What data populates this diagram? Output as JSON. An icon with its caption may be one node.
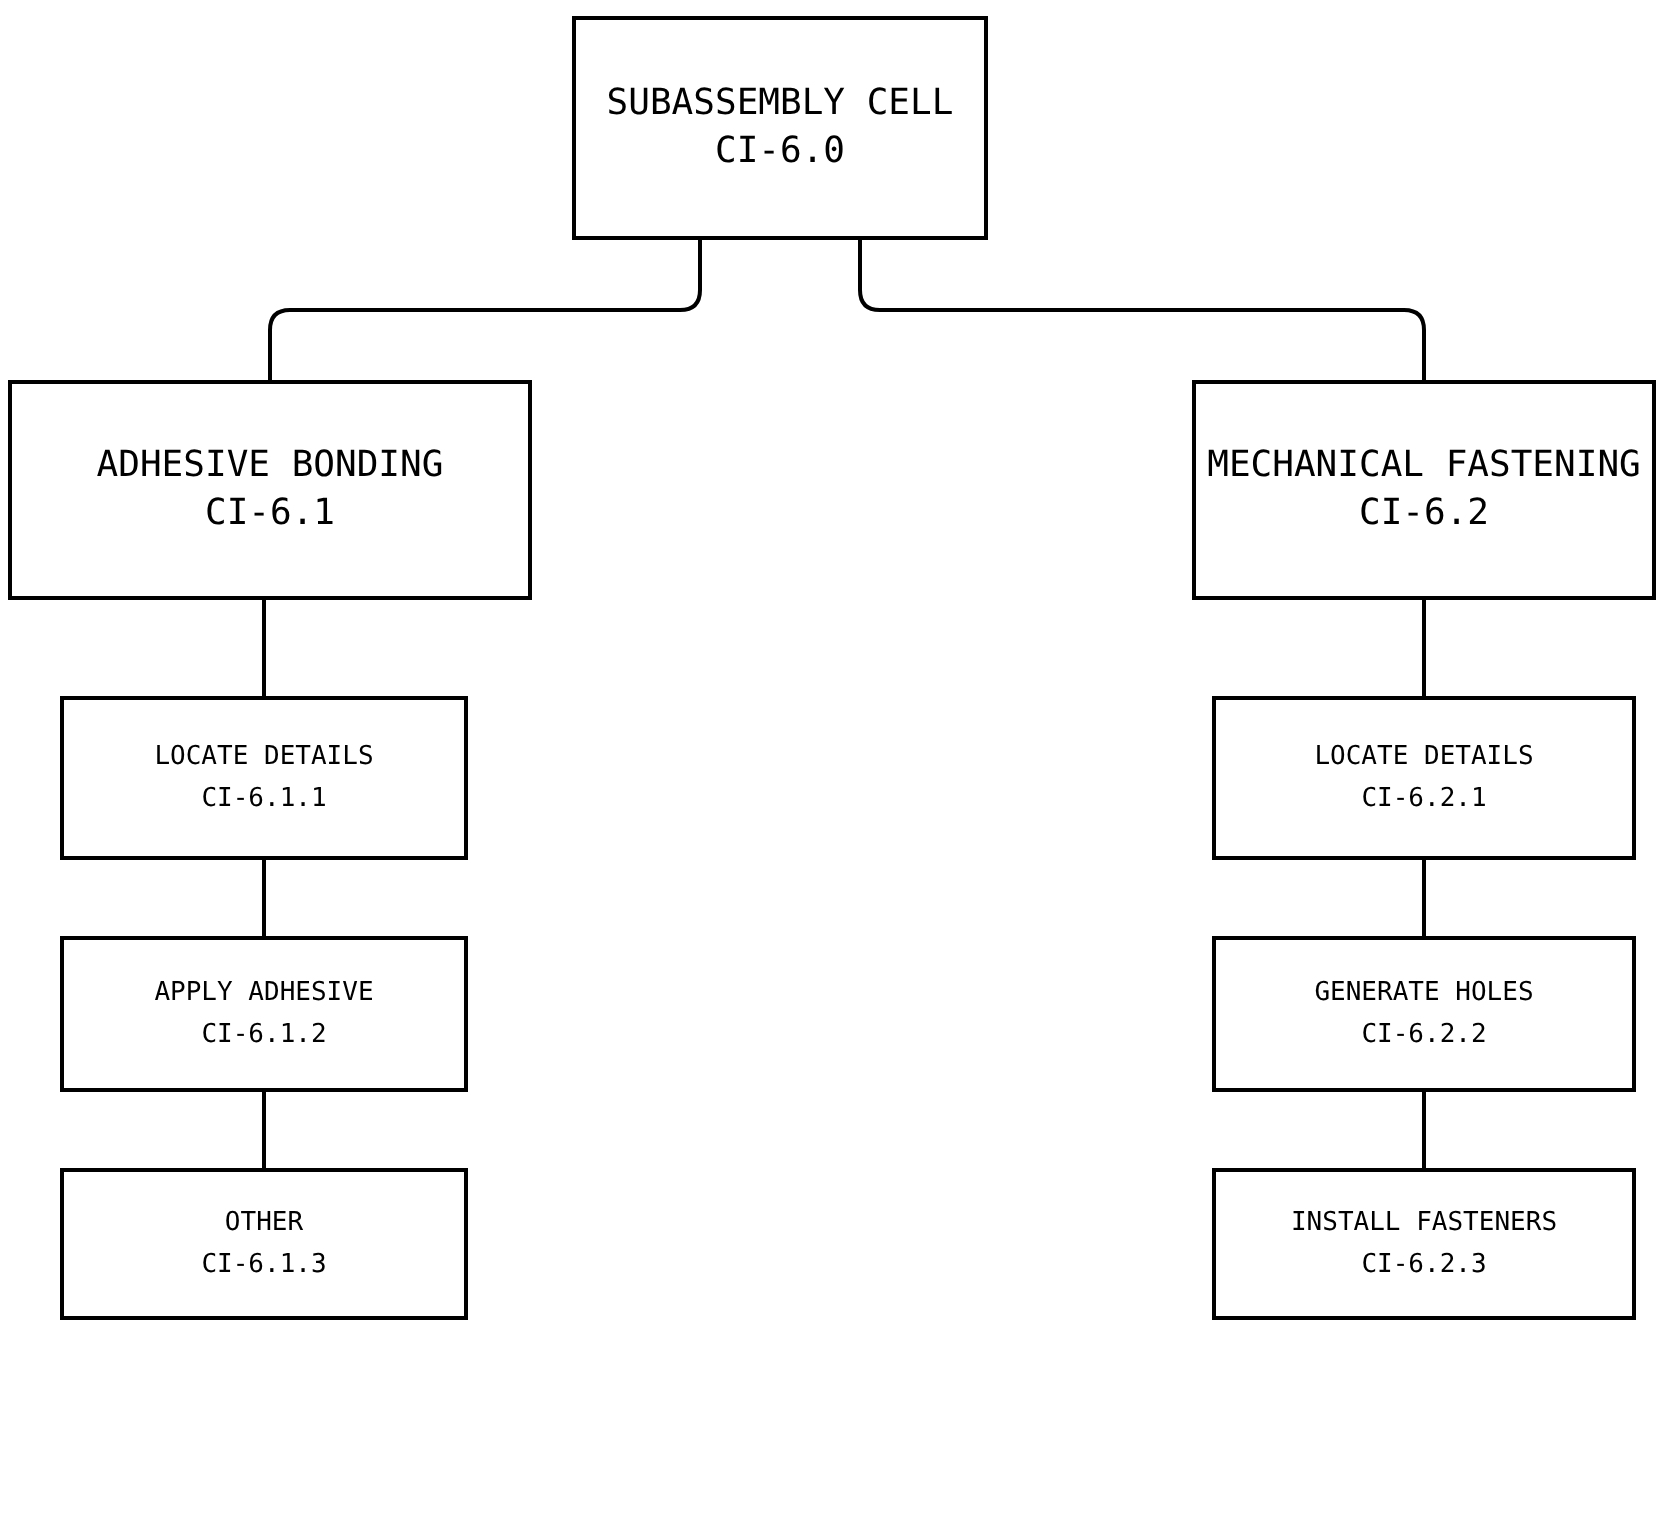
{
  "diagram": {
    "nodes": [
      {
        "text": [
          "SUBASSEMBLY CELL",
          "CI-6.0"
        ]
      },
      {
        "text": [
          "ADHESIVE BONDING",
          "CI-6.1"
        ]
      },
      {
        "text": [
          "MECHANICAL FASTENING",
          "CI-6.2"
        ]
      },
      {
        "text": [
          "LOCATE DETAILS",
          "CI-6.1.1"
        ]
      },
      {
        "text": [
          "APPLY ADHESIVE",
          "CI-6.1.2"
        ]
      },
      {
        "text": [
          "OTHER",
          "CI-6.1.3"
        ]
      },
      {
        "text": [
          "LOCATE DETAILS",
          "CI-6.2.1"
        ]
      },
      {
        "text": [
          "GENERATE HOLES",
          "CI-6.2.2"
        ]
      },
      {
        "text": [
          "INSTALL FASTENERS",
          "CI-6.2.3"
        ]
      }
    ],
    "edges": [
      {
        "from": 0,
        "to": 1,
        "arrow": "none"
      },
      {
        "from": 0,
        "to": 2,
        "arrow": "none"
      },
      {
        "from": 1,
        "to": 3,
        "arrow": "none"
      },
      {
        "from": 3,
        "to": 4,
        "arrow": "none"
      },
      {
        "from": 4,
        "to": 5,
        "arrow": "none"
      },
      {
        "from": 2,
        "to": 6,
        "arrow": "none"
      },
      {
        "from": 6,
        "to": 7,
        "arrow": "none"
      },
      {
        "from": 7,
        "to": 8,
        "arrow": "none"
      }
    ]
  }
}
